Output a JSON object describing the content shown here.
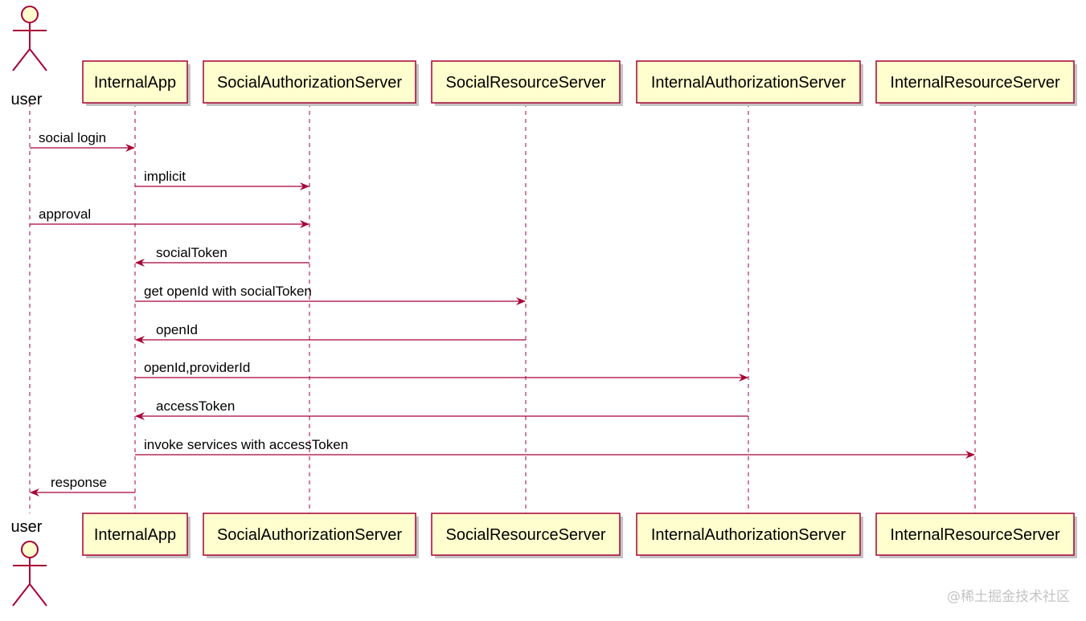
{
  "diagram": {
    "type": "sequence",
    "colors": {
      "box_fill": "#fefece",
      "box_border": "#a80036",
      "arrow": "#a80036",
      "lifeline": "#a80036",
      "shadow": "#c4c4c4"
    },
    "actor": {
      "name": "user"
    },
    "participants": [
      {
        "name": "InternalApp"
      },
      {
        "name": "SocialAuthorizationServer"
      },
      {
        "name": "SocialResourceServer"
      },
      {
        "name": "InternalAuthorizationServer"
      },
      {
        "name": "InternalResourceServer"
      }
    ],
    "messages": [
      {
        "from": "user",
        "to": "InternalApp",
        "label": "social login"
      },
      {
        "from": "InternalApp",
        "to": "SocialAuthorizationServer",
        "label": "implicit"
      },
      {
        "from": "user",
        "to": "SocialAuthorizationServer",
        "label": "approval"
      },
      {
        "from": "SocialAuthorizationServer",
        "to": "InternalApp",
        "label": "socialToken"
      },
      {
        "from": "InternalApp",
        "to": "SocialResourceServer",
        "label": "get openId with socialToken"
      },
      {
        "from": "SocialResourceServer",
        "to": "InternalApp",
        "label": "openId"
      },
      {
        "from": "InternalApp",
        "to": "InternalAuthorizationServer",
        "label": "openId,providerId"
      },
      {
        "from": "InternalAuthorizationServer",
        "to": "InternalApp",
        "label": "accessToken"
      },
      {
        "from": "InternalApp",
        "to": "InternalResourceServer",
        "label": "invoke services with accessToken"
      },
      {
        "from": "InternalApp",
        "to": "user",
        "label": "response"
      }
    ]
  },
  "watermark": "@稀土掘金技术社区"
}
